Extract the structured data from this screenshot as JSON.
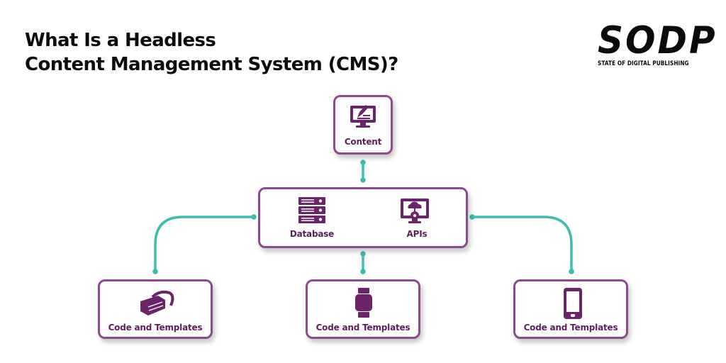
{
  "title": {
    "line1": "What Is a Headless",
    "line2": "Content Management System (CMS)?"
  },
  "logo": {
    "main": "SODP",
    "sub": "STATE OF DIGITAL PUBLISHING"
  },
  "colors": {
    "box_border": "#8c4b8d",
    "icon_fill": "#6b2369",
    "label_text": "#5c1f5c",
    "connector": "#3dbdb0"
  },
  "nodes": {
    "content": {
      "label": "Content",
      "icon": "monitor-pen-icon"
    },
    "backend": {
      "items": [
        {
          "label": "Database",
          "icon": "server-stack-icon"
        },
        {
          "label": "APIs",
          "icon": "cloud-monitor-gear-icon"
        }
      ]
    },
    "outputs": [
      {
        "label": "Code and Templates",
        "icon": "vr-headset-icon"
      },
      {
        "label": "Code and Templates",
        "icon": "smartwatch-icon"
      },
      {
        "label": "Code and Templates",
        "icon": "smartphone-icon"
      }
    ]
  }
}
